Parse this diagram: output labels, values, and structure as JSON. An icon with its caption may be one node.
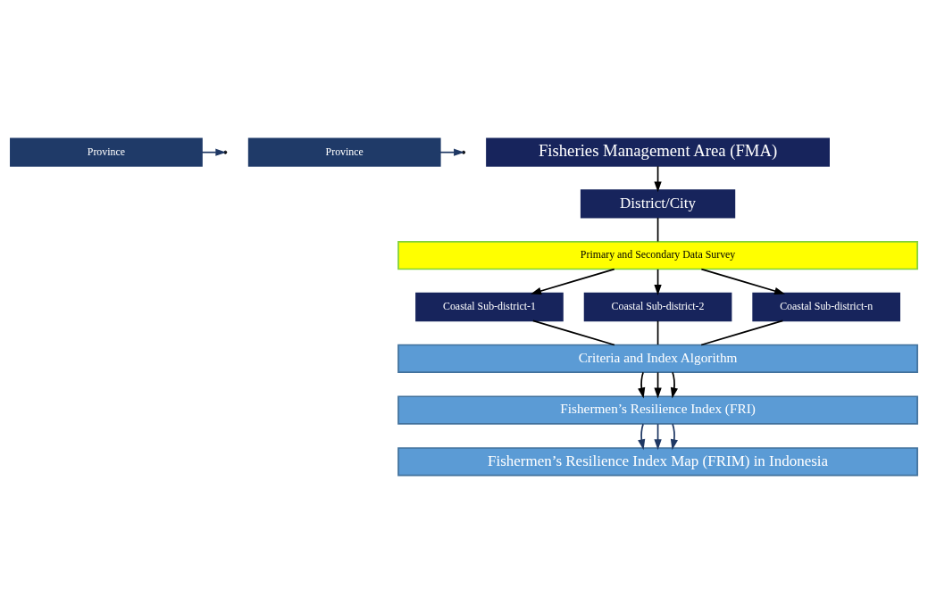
{
  "diagram": {
    "nodes": [
      {
        "text": [
          "Fisheries Management Area (FMA)"
        ]
      },
      {
        "text": [
          "Province"
        ]
      },
      {
        "text": [
          "Province"
        ]
      },
      {
        "text": [
          "District/City"
        ]
      },
      {
        "text": [
          "Primary and Secondary Data Survey"
        ]
      },
      {
        "text": [
          "Coastal Sub-district-1"
        ]
      },
      {
        "text": [
          "Coastal Sub-district-2"
        ]
      },
      {
        "text": [
          "Coastal Sub-district-n"
        ]
      },
      {
        "text": [
          "Criteria and Index Algorithm"
        ]
      },
      {
        "text": [
          "Fishermen’s Resilience Index (FRI)"
        ]
      },
      {
        "text": [
          "Fishermen’s Resilience Index Map (FRIM) in Indonesia"
        ]
      }
    ],
    "edges": [
      {
        "from": 0,
        "to": 3,
        "arrow": "to"
      },
      {
        "from": 1,
        "to": null,
        "arrow": "to",
        "color": "#1f3864"
      },
      {
        "from": 2,
        "to": null,
        "arrow": "to",
        "color": "#1f3864"
      },
      {
        "from": 3,
        "to": 4,
        "arrow": "none"
      },
      {
        "from": 4,
        "to": 5,
        "arrow": "to"
      },
      {
        "from": 4,
        "to": 6,
        "arrow": "to"
      },
      {
        "from": 4,
        "to": 7,
        "arrow": "to"
      },
      {
        "from": 5,
        "to": 8,
        "arrow": "none"
      },
      {
        "from": 6,
        "to": 8,
        "arrow": "none"
      },
      {
        "from": 7,
        "to": 8,
        "arrow": "none"
      },
      {
        "from": 8,
        "to": 9,
        "arrow": "to"
      },
      {
        "from": 8,
        "to": 9,
        "arrow": "to"
      },
      {
        "from": 8,
        "to": 9,
        "arrow": "to"
      },
      {
        "from": 9,
        "to": 10,
        "arrow": "to",
        "color": "#1f3864"
      },
      {
        "from": 9,
        "to": 10,
        "arrow": "to",
        "color": "#1f3864"
      },
      {
        "from": 9,
        "to": 10,
        "arrow": "to",
        "color": "#1f3864"
      }
    ]
  }
}
